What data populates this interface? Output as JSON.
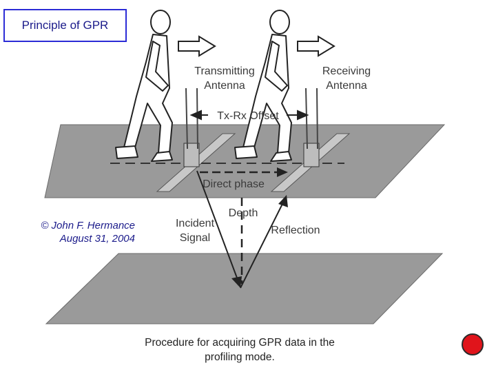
{
  "title": "Principle of GPR",
  "credit": {
    "line1": "© John F. Hermance",
    "line2": "August 31, 2004"
  },
  "labels": {
    "transmitting_line1": "Transmitting",
    "transmitting_line2": "Antenna",
    "receiving_line1": "Receiving",
    "receiving_line2": "Antenna",
    "offset": "Tx-Rx Offset",
    "direct_phase": "Direct phase",
    "depth": "Depth",
    "incident_line1": "Incident",
    "incident_line2": "Signal",
    "reflection": "Reflection"
  },
  "caption": {
    "line1": "Procedure for acquiring GPR data in the",
    "line2": "profiling mode."
  },
  "colors": {
    "title_border": "#2b2bd6",
    "title_text": "#1a1a8a",
    "plane_fill": "#9a9a9a",
    "record_button": "#e0141b"
  }
}
